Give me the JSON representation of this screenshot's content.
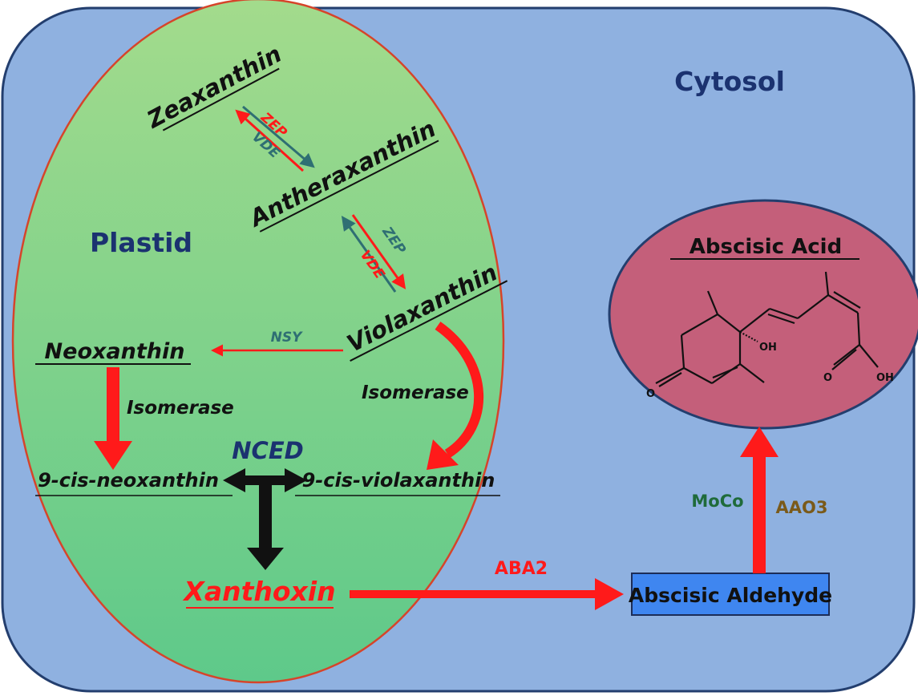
{
  "regions": {
    "cytosol": "Cytosol",
    "plastid": "Plastid"
  },
  "compounds": {
    "zeaxanthin": "Zeaxanthin",
    "antheraxanthin": "Antheraxanthin",
    "violaxanthin": "Violaxanthin",
    "neoxanthin": "Neoxanthin",
    "cis_neoxanthin": "9-cis-neoxanthin",
    "cis_violaxanthin": "9-cis-violaxanthin",
    "xanthoxin": "Xanthoxin",
    "abscisic_aldehyde": "Abscisic Aldehyde",
    "abscisic_acid": "Abscisic Acid"
  },
  "enzymes": {
    "zep_1": "ZEP",
    "vde_1": "VDE",
    "zep_2": "ZEP",
    "vde_2": "VDE",
    "nsy": "NSY",
    "isomerase_left": "Isomerase",
    "isomerase_right": "Isomerase",
    "nced": "NCED",
    "aba2": "ABA2",
    "moco": "MoCo",
    "aao3": "AAO3"
  },
  "structure_labels": {
    "oh_hydroxyl": "OH",
    "o_ketone": "O",
    "o_carboxyl": "O",
    "oh_carboxyl": "OH"
  },
  "colors": {
    "cytosol_fill": "#8fb1e0",
    "plastid_fill": "#86d289",
    "acid_fill": "#c45f7a",
    "aldehyde_fill": "#3f86f0",
    "arrow_red": "#ff1a1a",
    "enzyme_teal": "#2f6f73",
    "title_navy": "#1b3270",
    "moco_green": "#1f6b3a",
    "aao3_brown": "#7a5a1a"
  }
}
